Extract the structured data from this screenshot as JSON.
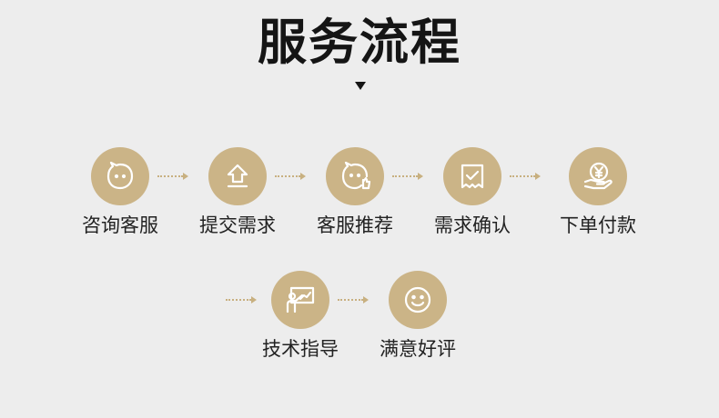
{
  "title": "服务流程",
  "accent_color": "#cbb487",
  "steps_row1": [
    {
      "label": "咨询客服",
      "icon": "chat-bubble-face-icon"
    },
    {
      "label": "提交需求",
      "icon": "upload-arrow-icon"
    },
    {
      "label": "客服推荐",
      "icon": "chat-thumbs-up-icon"
    },
    {
      "label": "需求确认",
      "icon": "receipt-check-icon"
    },
    {
      "label": "下单付款",
      "icon": "yen-coin-hand-icon"
    }
  ],
  "steps_row2": [
    {
      "label": "技术指导",
      "icon": "teaching-board-icon"
    },
    {
      "label": "满意好评",
      "icon": "smiley-face-icon"
    }
  ]
}
